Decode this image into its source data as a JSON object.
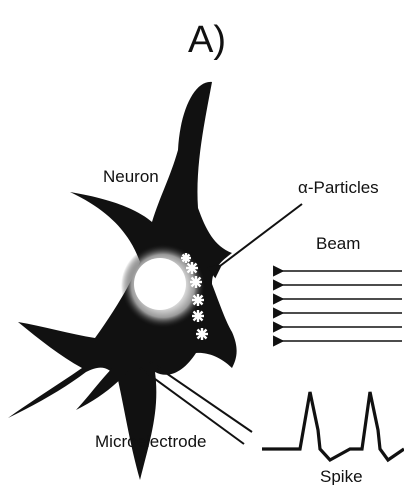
{
  "panel_label": "A)",
  "labels": {
    "neuron": "Neuron",
    "alpha_particles": "α-Particles",
    "beam": "Beam",
    "microelectrode": "Microelectrode",
    "spike": "Spike"
  },
  "colors": {
    "ink": "#111111",
    "background": "#ffffff",
    "nucleus_glow": "#ffffff"
  },
  "beam_arrow_count": 6,
  "spike_count": 2,
  "impact_mark_count": 6
}
